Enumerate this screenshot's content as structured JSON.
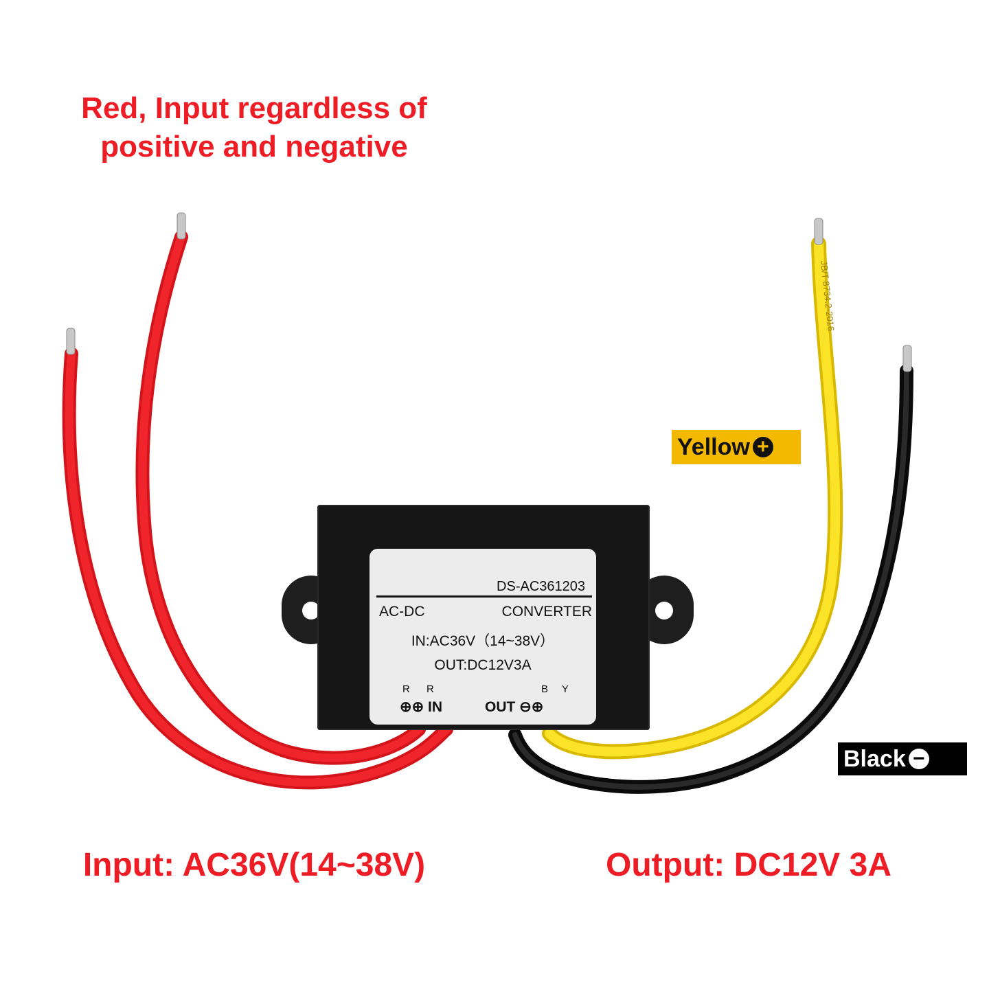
{
  "annotations": {
    "top_note": "Red, Input regardless of positive and negative",
    "input_spec": "Input: AC36V(14~38V)",
    "output_spec": "Output: DC12V 3A"
  },
  "tags": {
    "yellow": {
      "label": "Yellow",
      "sign": "+"
    },
    "black": {
      "label": "Black",
      "sign": "−"
    }
  },
  "product_label": {
    "model": "DS-AC361203",
    "type_left": "AC-DC",
    "type_right": "CONVERTER",
    "input_rating": "IN:AC36V（14~38V）",
    "output_rating": "OUT:DC12V3A",
    "input_colors": "R R",
    "output_colors": "B Y",
    "input_terminal": "⊕⊕ IN",
    "output_terminal": "OUT ⊖⊕"
  },
  "wire_print": "JB/T 8734.2-2016",
  "colors": {
    "annotation_red": "#ee1c24",
    "red_wire": "#ee1c24",
    "yellow_wire": "#f5d800",
    "black_wire": "#111111",
    "yellow_tag": "#f3b800",
    "black_tag": "#000000"
  }
}
